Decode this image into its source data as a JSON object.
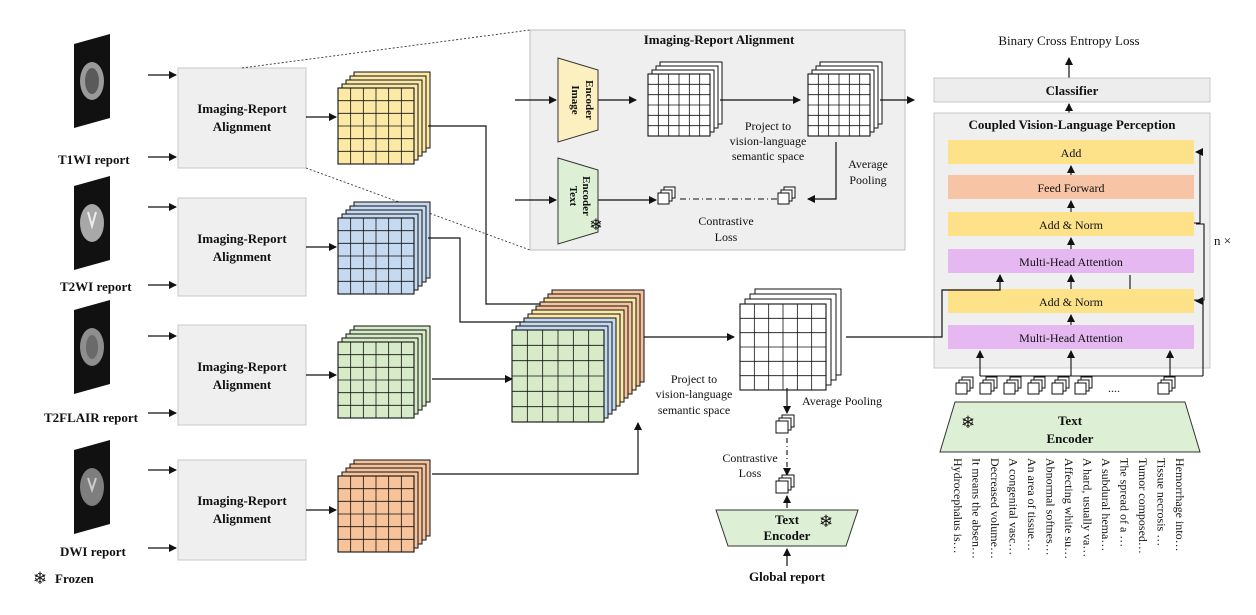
{
  "inputs": [
    {
      "label": "T1WI report"
    },
    {
      "label": "T2WI report"
    },
    {
      "label": "T2FLAIR report"
    },
    {
      "label": "DWI report"
    }
  ],
  "alignment_block": {
    "line1": "Imaging-Report",
    "line2": "Alignment"
  },
  "detail": {
    "title": "Imaging-Report Alignment",
    "image_encoder": {
      "line1": "Image",
      "line2": "Encoder"
    },
    "text_encoder": {
      "line1": "Text",
      "line2": "Encoder"
    },
    "project_text": [
      "Project to",
      "vision-language",
      "semantic space"
    ],
    "avg_pool": [
      "Average",
      "Pooling"
    ],
    "contrastive": [
      "Contrastive",
      "Loss"
    ]
  },
  "middle": {
    "project_text": [
      "Project to",
      "vision-language",
      "semantic space"
    ],
    "avg_pool": "Average Pooling",
    "contrastive": [
      "Contrastive",
      "Loss"
    ],
    "text_encoder": {
      "line1": "Text",
      "line2": "Encoder"
    },
    "global_report": "Global report"
  },
  "right": {
    "loss": "Binary Cross Entropy Loss",
    "classifier": "Classifier",
    "cvlp_title": "Coupled Vision-Language Perception",
    "layers": [
      "Add",
      "Feed Forward",
      "Add & Norm",
      "Multi-Head Attention",
      "Add & Norm",
      "Multi-Head Attention"
    ],
    "repeat": "n ×",
    "ellipsis": "....",
    "text_encoder": {
      "line1": "Text",
      "line2": "Encoder"
    },
    "descriptions": [
      "Hydrocephalus is…",
      "It means the absen…",
      "Decreased volume…",
      "A congenital vasc…",
      "An area of tissue…",
      "Abnormal softnes…",
      "Affecting white su…",
      "A hard, usually va…",
      "A subdural hema…",
      "The spread of a …",
      "Tumor composed…",
      "Tissue necrosis …",
      "Hemorrhage into…"
    ]
  },
  "legend": {
    "symbol": "❄",
    "label": "Frozen"
  },
  "colors": {
    "yellow": "#fde9a6",
    "blue": "#c5d9f1",
    "green": "#d8ebc8",
    "orange": "#f7c39a",
    "add": "#fde28a",
    "feed_forward": "#f7c4a5",
    "attention": "#e6b8f2",
    "panel": "#f0f0f0",
    "image_encoder": "#fdf0c0",
    "text_encoder": "#ddefd5"
  }
}
